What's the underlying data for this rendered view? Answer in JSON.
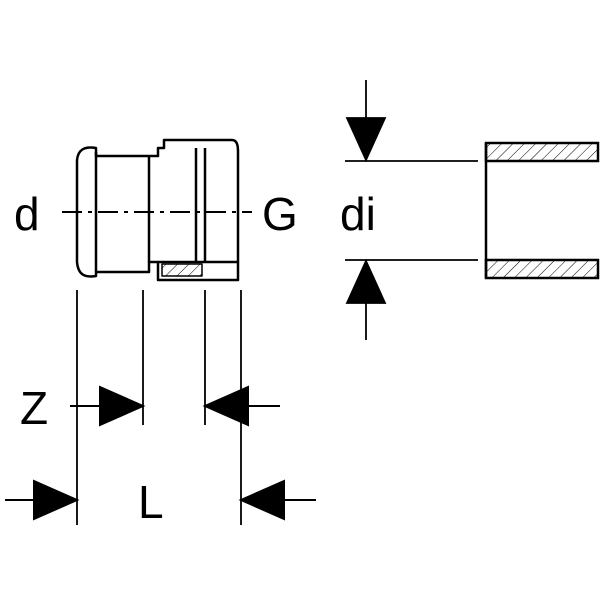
{
  "labels": {
    "d": "d",
    "G": "G",
    "di": "di",
    "Z": "Z",
    "L": "L"
  },
  "colors": {
    "stroke": "#000000",
    "background": "#ffffff"
  }
}
